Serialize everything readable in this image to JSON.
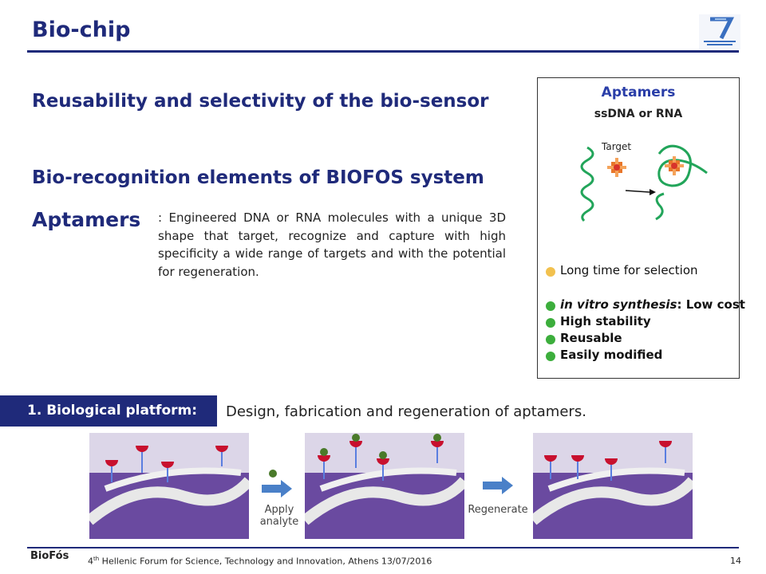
{
  "slide": {
    "title": "Bio-chip",
    "heading1": "Reusability and selectivity of the bio-sensor",
    "heading2": "Bio-recognition elements of BIOFOS system",
    "aptamers_label": "Aptamers",
    "aptamers_description": ": Engineered DNA or RNA molecules with a unique 3D shape that target, recognize and capture with high specificity a wide range of targets and with the potential for regeneration."
  },
  "panel": {
    "title": "Aptamers",
    "subtitle": "ssDNA or RNA",
    "target_label": "Target",
    "con": "Long time for selection",
    "pros": [
      {
        "italic": "in vitro synthesis",
        "rest": ": Low cost"
      },
      {
        "text": "High stability"
      },
      {
        "text": "Reusable"
      },
      {
        "text": "Easily modified"
      }
    ]
  },
  "platform": {
    "label": "1. Biological platform:",
    "description": "Design, fabrication and regeneration of aptamers.",
    "step1_line1": "Apply",
    "step1_line2": "analyte",
    "step2": "Regenerate"
  },
  "footer": {
    "logo_text": "BioFós",
    "forum_ordinal": "4",
    "forum_sup": "th",
    "forum_text": " Hellenic Forum for Science, Technology and Innovation, Athens 13/07/2016",
    "page_number": "14"
  },
  "colors": {
    "navy": "#1f2a7a",
    "accent_blue": "#2a3ea8",
    "green_strand": "#22a55a",
    "happy_green": "#3cae3c",
    "sad_yellow": "#f2c14e",
    "arrow_blue": "#4a80c8",
    "aptamer_red": "#c8102e",
    "membrane_purple": "#6a4aa0"
  },
  "icons": {
    "logo": "fp7-logo",
    "sad": "sad-face-icon",
    "happy": "happy-face-icon"
  }
}
